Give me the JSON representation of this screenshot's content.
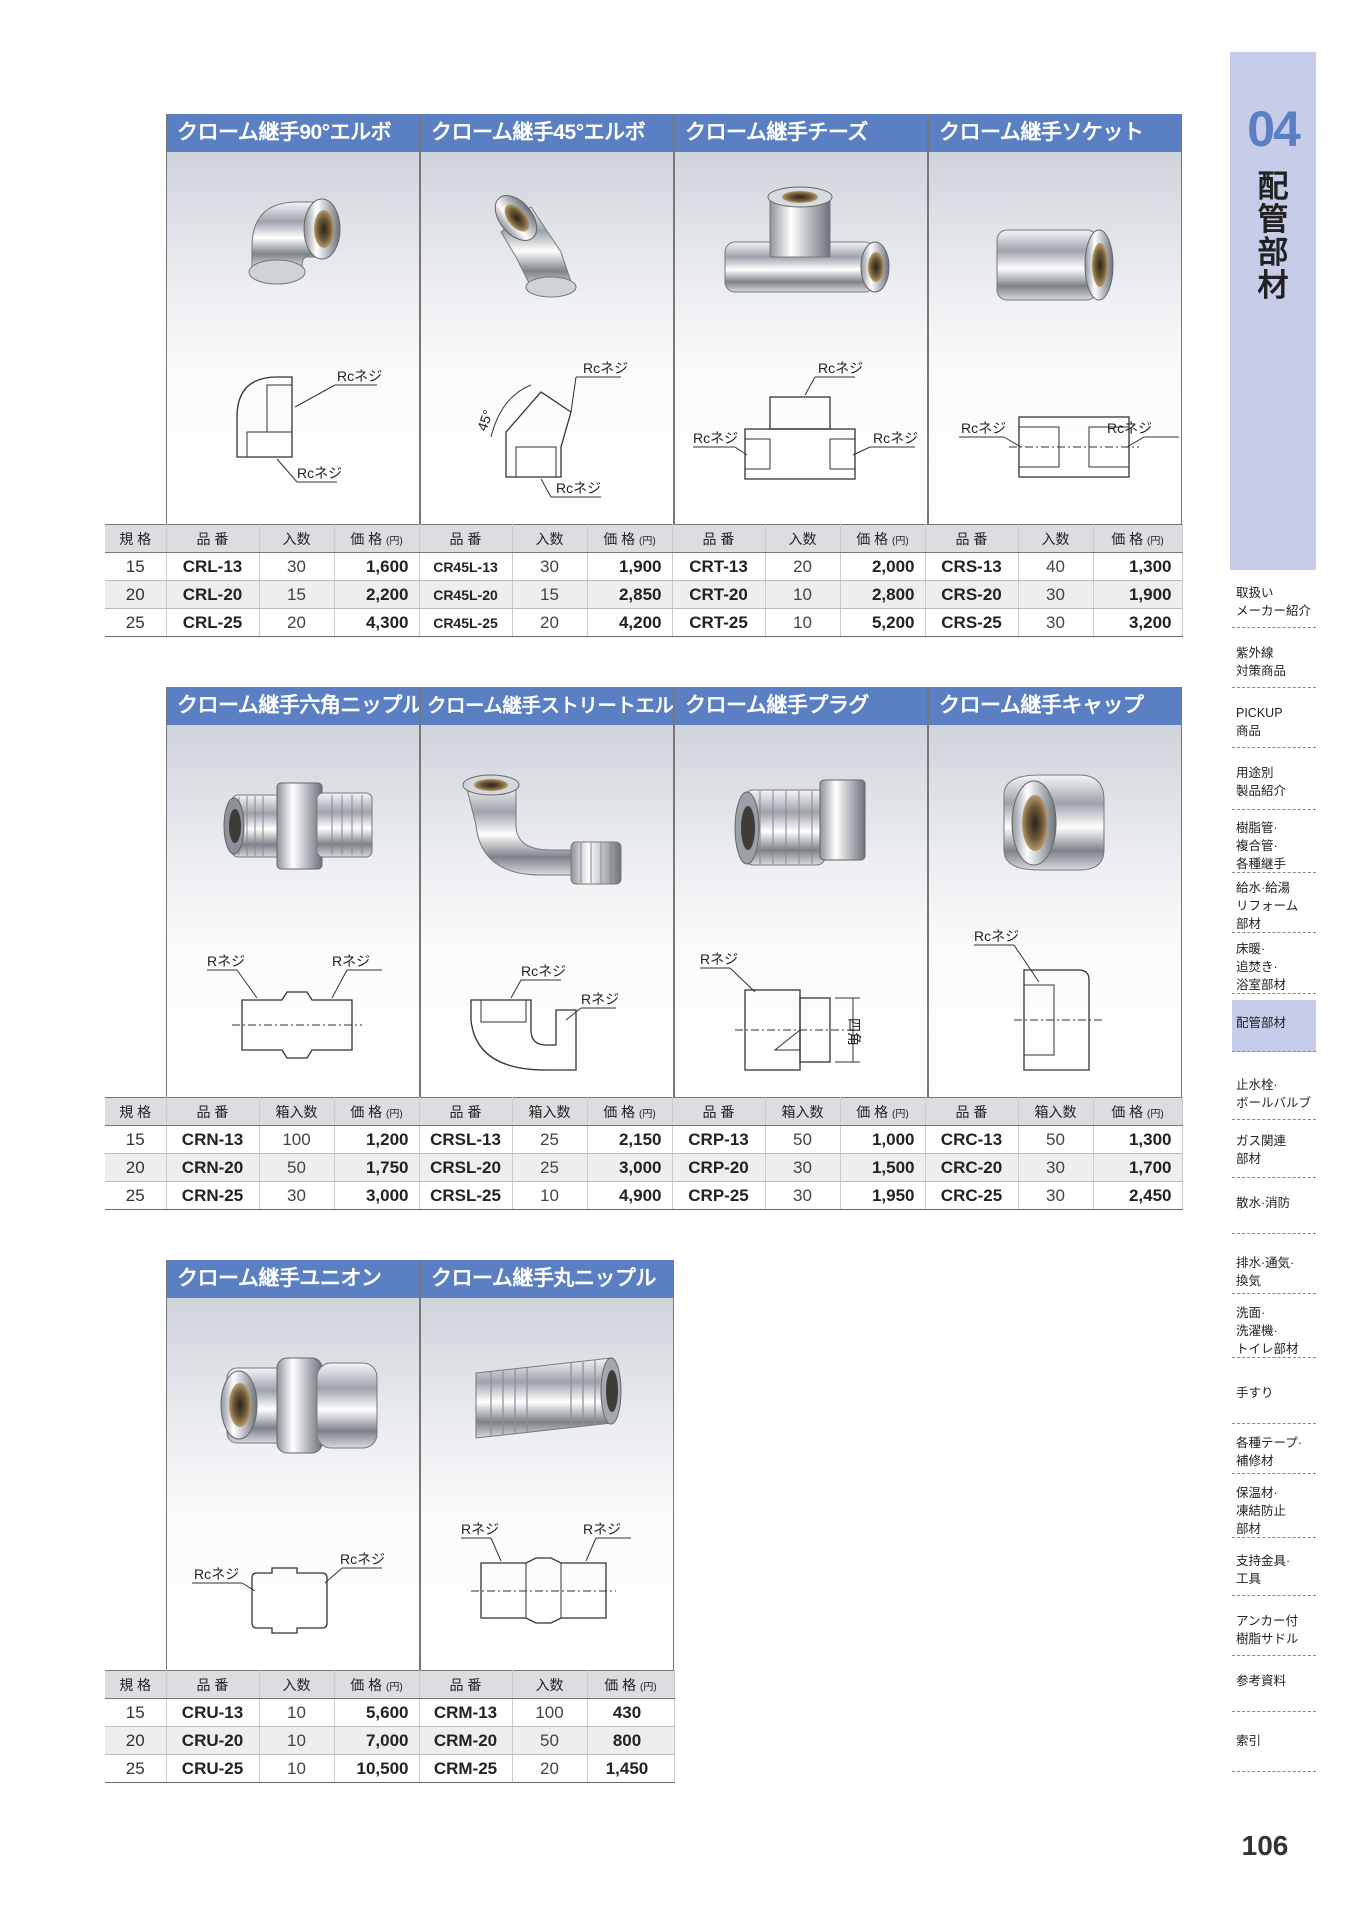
{
  "sidebar": {
    "number": "04",
    "category": "配管部材",
    "nav": [
      [
        "取扱い",
        "メーカー紹介"
      ],
      [
        "紫外線",
        "対策商品"
      ],
      [
        "PICKUP",
        "商品"
      ],
      [
        "用途別",
        "製品紹介"
      ],
      [
        "樹脂管·",
        "複合管·",
        "各種継手"
      ],
      [
        "給水·給湯",
        "リフォーム",
        "部材"
      ],
      [
        "床暖·",
        "追焚き·",
        "浴室部材"
      ],
      [
        "配管部材"
      ],
      [
        "止水栓·",
        "ボールバルブ"
      ],
      [
        "ガス関連",
        "部材"
      ],
      [
        "散水·消防"
      ],
      [
        "排水·通気·",
        "換気"
      ],
      [
        "洗面·",
        "洗濯機·",
        "トイレ部材"
      ],
      [
        "手すり"
      ],
      [
        "各種テープ·",
        "補修材"
      ],
      [
        "保温材·",
        "凍結防止",
        "部材"
      ],
      [
        "支持金具·",
        "工具"
      ],
      [
        "アンカー付",
        "樹脂サドル"
      ],
      [
        "参考資料"
      ],
      [
        "索引"
      ]
    ]
  },
  "page_number": "106",
  "table_labels": {
    "size": "規 格",
    "code": "品 番",
    "qty": "入数",
    "box_qty": "箱入数",
    "price": "価 格",
    "yen": "(円)"
  },
  "sizes": [
    "15",
    "20",
    "25"
  ],
  "sections": [
    {
      "qty_label": "入数",
      "products": [
        {
          "title": "クローム継手90°エルボ",
          "labels": [
            "Rcネジ",
            "Rcネジ"
          ],
          "rows": [
            [
              "CRL-13",
              "30",
              "1,600"
            ],
            [
              "CRL-20",
              "15",
              "2,200"
            ],
            [
              "CRL-25",
              "20",
              "4,300"
            ]
          ]
        },
        {
          "title": "クローム継手45°エルボ",
          "labels": [
            "Rcネジ",
            "Rcネジ",
            "45°"
          ],
          "rows": [
            [
              "CR45L-13",
              "30",
              "1,900"
            ],
            [
              "CR45L-20",
              "15",
              "2,850"
            ],
            [
              "CR45L-25",
              "20",
              "4,200"
            ]
          ]
        },
        {
          "title": "クローム継手チーズ",
          "labels": [
            "Rcネジ",
            "Rcネジ",
            "Rcネジ"
          ],
          "rows": [
            [
              "CRT-13",
              "20",
              "2,000"
            ],
            [
              "CRT-20",
              "10",
              "2,800"
            ],
            [
              "CRT-25",
              "10",
              "5,200"
            ]
          ]
        },
        {
          "title": "クローム継手ソケット",
          "labels": [
            "Rcネジ",
            "Rcネジ"
          ],
          "rows": [
            [
              "CRS-13",
              "40",
              "1,300"
            ],
            [
              "CRS-20",
              "30",
              "1,900"
            ],
            [
              "CRS-25",
              "30",
              "3,200"
            ]
          ]
        }
      ]
    },
    {
      "qty_label": "箱入数",
      "products": [
        {
          "title": "クローム継手六角ニップル",
          "labels": [
            "Rネジ",
            "Rネジ"
          ],
          "rows": [
            [
              "CRN-13",
              "100",
              "1,200"
            ],
            [
              "CRN-20",
              "50",
              "1,750"
            ],
            [
              "CRN-25",
              "30",
              "3,000"
            ]
          ]
        },
        {
          "title": "クローム継手ストリートエルボ",
          "labels": [
            "Rcネジ",
            "Rネジ"
          ],
          "rows": [
            [
              "CRSL-13",
              "25",
              "2,150"
            ],
            [
              "CRSL-20",
              "25",
              "3,000"
            ],
            [
              "CRSL-25",
              "10",
              "4,900"
            ]
          ]
        },
        {
          "title": "クローム継手プラグ",
          "labels": [
            "Rネジ",
            "四角"
          ],
          "rows": [
            [
              "CRP-13",
              "50",
              "1,000"
            ],
            [
              "CRP-20",
              "30",
              "1,500"
            ],
            [
              "CRP-25",
              "30",
              "1,950"
            ]
          ]
        },
        {
          "title": "クローム継手キャップ",
          "labels": [
            "Rcネジ"
          ],
          "rows": [
            [
              "CRC-13",
              "50",
              "1,300"
            ],
            [
              "CRC-20",
              "30",
              "1,700"
            ],
            [
              "CRC-25",
              "30",
              "2,450"
            ]
          ]
        }
      ]
    },
    {
      "qty_label": "入数",
      "products": [
        {
          "title": "クローム継手ユニオン",
          "labels": [
            "Rcネジ",
            "Rcネジ"
          ],
          "rows": [
            [
              "CRU-13",
              "10",
              "5,600"
            ],
            [
              "CRU-20",
              "10",
              "7,000"
            ],
            [
              "CRU-25",
              "10",
              "10,500"
            ]
          ]
        },
        {
          "title": "クローム継手丸ニップル",
          "labels": [
            "Rネジ",
            "Rネジ"
          ],
          "rows": [
            [
              "CRM-13",
              "100",
              "430"
            ],
            [
              "CRM-20",
              "50",
              "800"
            ],
            [
              "CRM-25",
              "20",
              "1,450"
            ]
          ]
        }
      ]
    }
  ]
}
